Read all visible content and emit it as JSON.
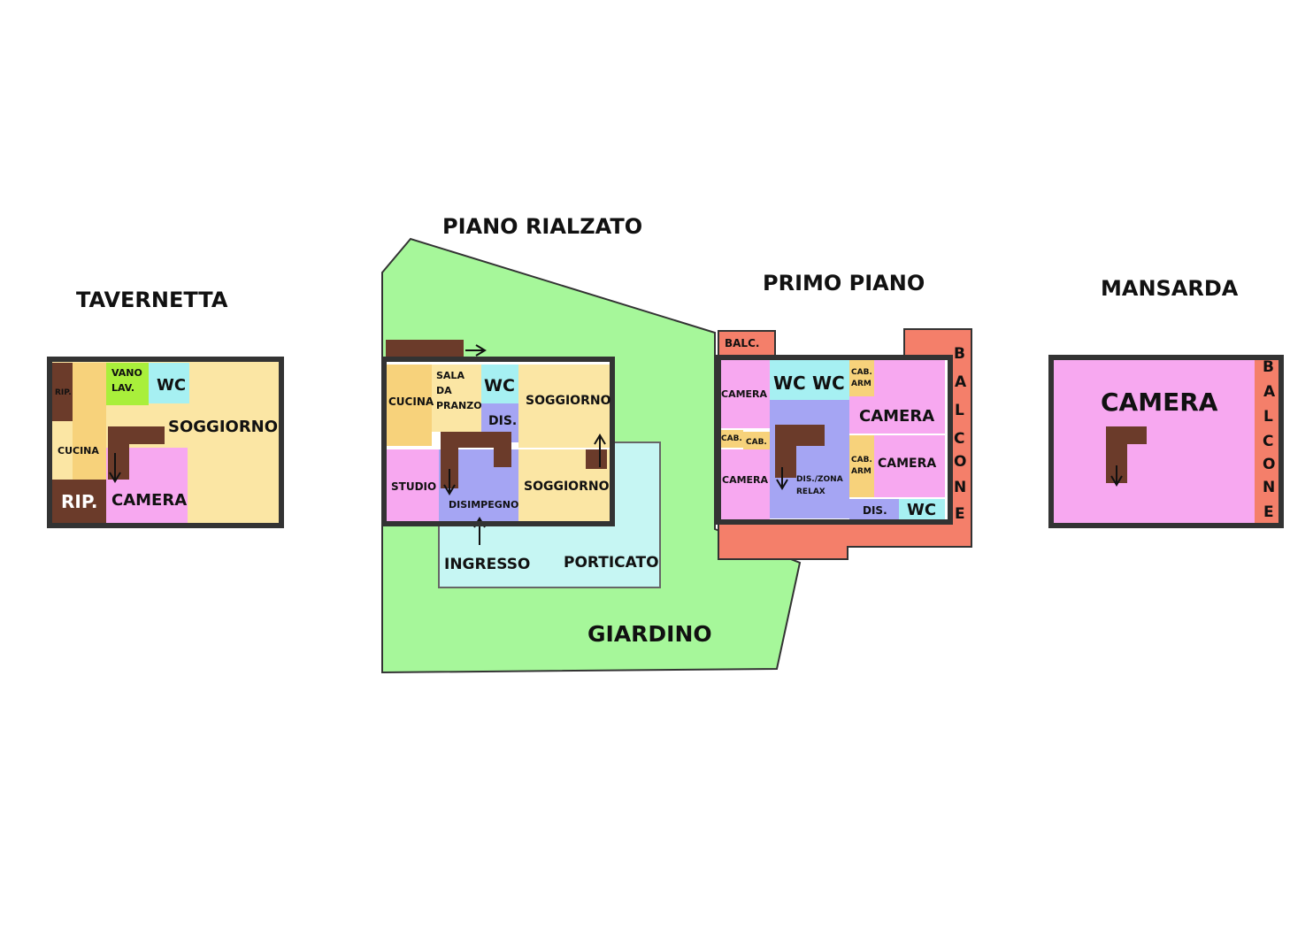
{
  "floors": {
    "tavernetta": "TAVERNETTA",
    "piano_rialzato": "PIANO RIALZATO",
    "primo_piano": "PRIMO PIANO",
    "mansarda": "MANSARDA"
  },
  "tavernetta": {
    "rip_small": "RIP.",
    "vano_lav_1": "VANO",
    "vano_lav_2": "LAV.",
    "wc": "WC",
    "soggiorno": "SOGGIORNO",
    "cucina": "CUCINA",
    "rip": "RIP.",
    "camera": "CAMERA"
  },
  "piano_rialzato": {
    "cucina": "CUCINA",
    "sala_1": "SALA",
    "sala_2": "DA",
    "sala_3": "PRANZO",
    "wc": "WC",
    "dis": "DIS.",
    "soggiorno_1": "SOGGIORNO",
    "soggiorno_2": "SOGGIORNO",
    "studio": "STUDIO",
    "disimpegno": "DISIMPEGNO",
    "ingresso": "INGRESSO",
    "porticato": "PORTICATO",
    "giardino": "GIARDINO"
  },
  "primo_piano": {
    "balc": "BALC.",
    "camera_1": "CAMERA",
    "wc_1": "WC",
    "wc_2": "WC",
    "cab_arm_1a": "CAB.",
    "cab_arm_1b": "ARM",
    "camera_2": "CAMERA",
    "cab_1": "CAB.",
    "cab_2": "CAB.",
    "cab_arm_2a": "CAB.",
    "cab_arm_2b": "ARM",
    "camera_3": "CAMERA",
    "camera_4": "CAMERA",
    "dis_zona_1": "DIS./ZONA",
    "dis_zona_2": "RELAX",
    "dis": "DIS.",
    "wc_3": "WC",
    "balcone": [
      "B",
      "A",
      "L",
      "C",
      "O",
      "N",
      "E"
    ]
  },
  "mansarda": {
    "camera": "CAMERA",
    "balcone": [
      "B",
      "A",
      "L",
      "C",
      "O",
      "N",
      "E"
    ]
  },
  "colors": {
    "yellow": "#fbe6a4",
    "pink": "#f7a8f0",
    "cyan": "#a6f0f2",
    "lime": "#a9ef3b",
    "brown": "#6b3b2a",
    "blue": "#a5a5f3",
    "orange_kitchen": "#f7d27b",
    "garden": "#a6f79a",
    "porch": "#c6f6f3",
    "balcony": "#f47f6a"
  }
}
